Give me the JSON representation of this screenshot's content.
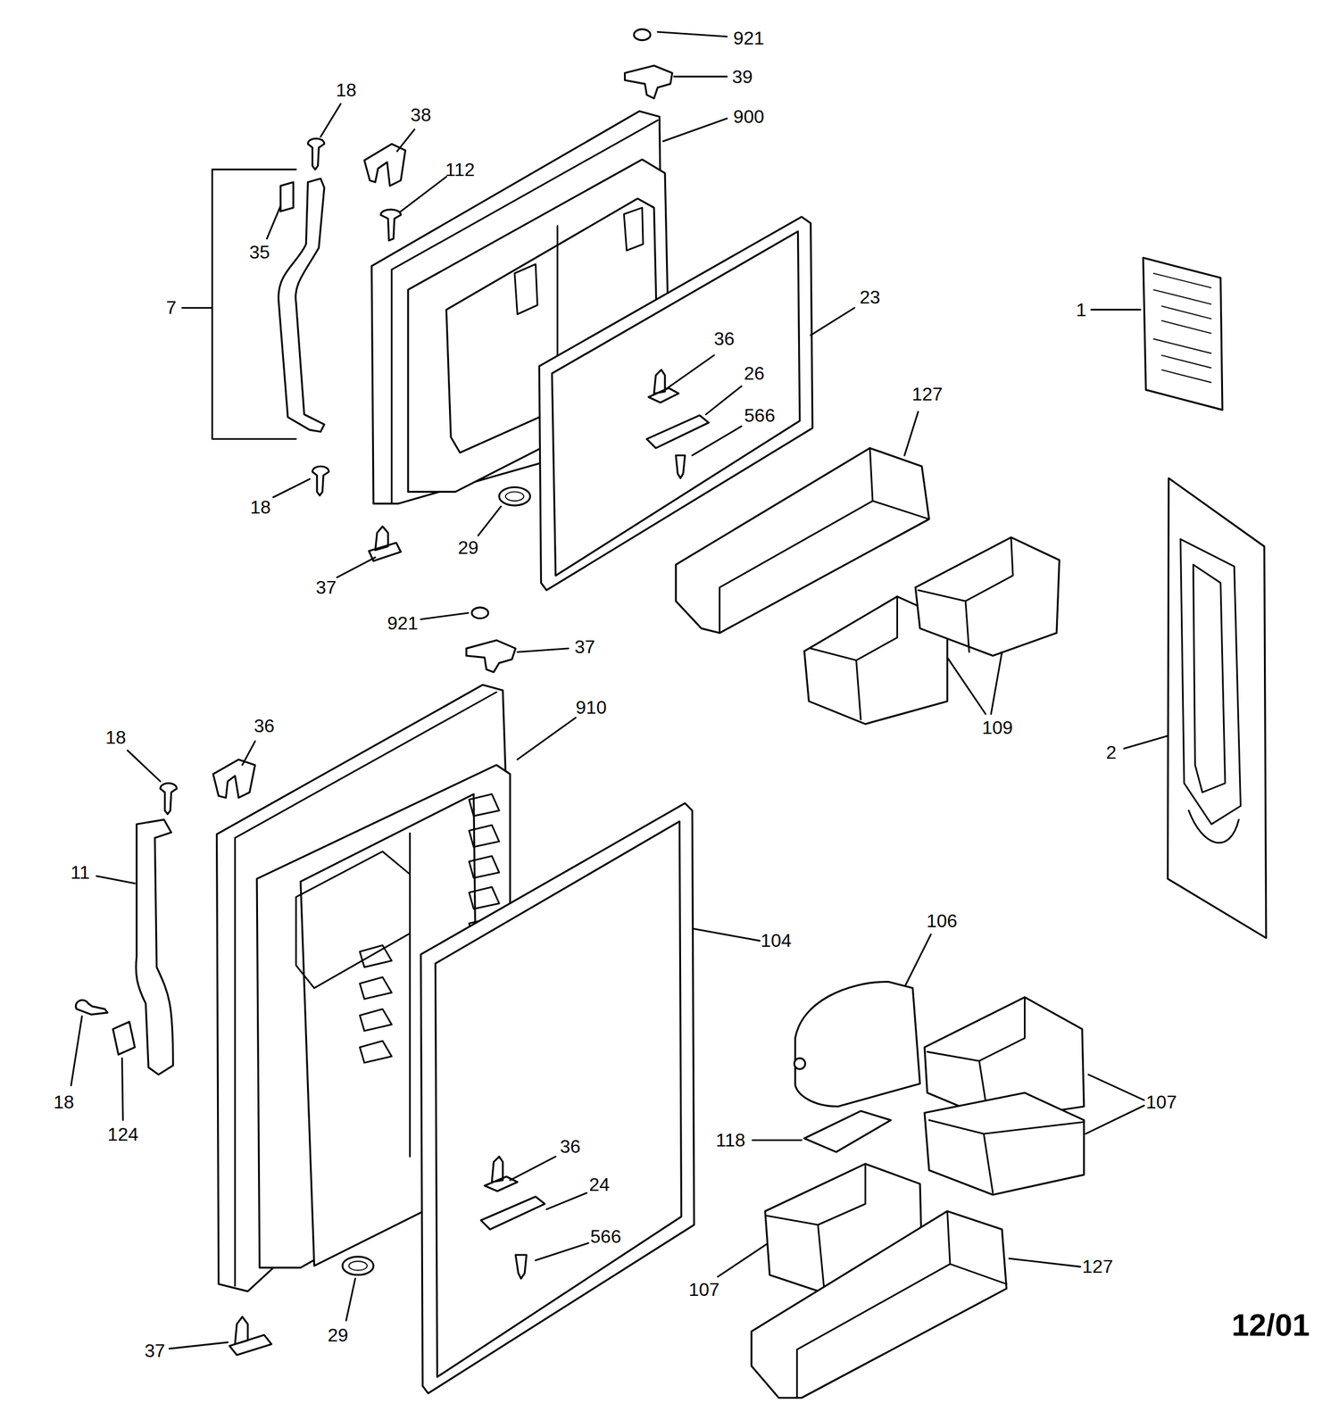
{
  "diagram": {
    "labels": [
      "921",
      "39",
      "18",
      "38",
      "900",
      "112",
      "35",
      "23",
      "7",
      "1",
      "36",
      "26",
      "127",
      "566",
      "18",
      "29",
      "37",
      "921",
      "37",
      "910",
      "36",
      "109",
      "18",
      "2",
      "11",
      "106",
      "104",
      "18",
      "107",
      "124",
      "118",
      "36",
      "24",
      "566",
      "127",
      "107",
      "12/01",
      "29",
      "37"
    ]
  }
}
